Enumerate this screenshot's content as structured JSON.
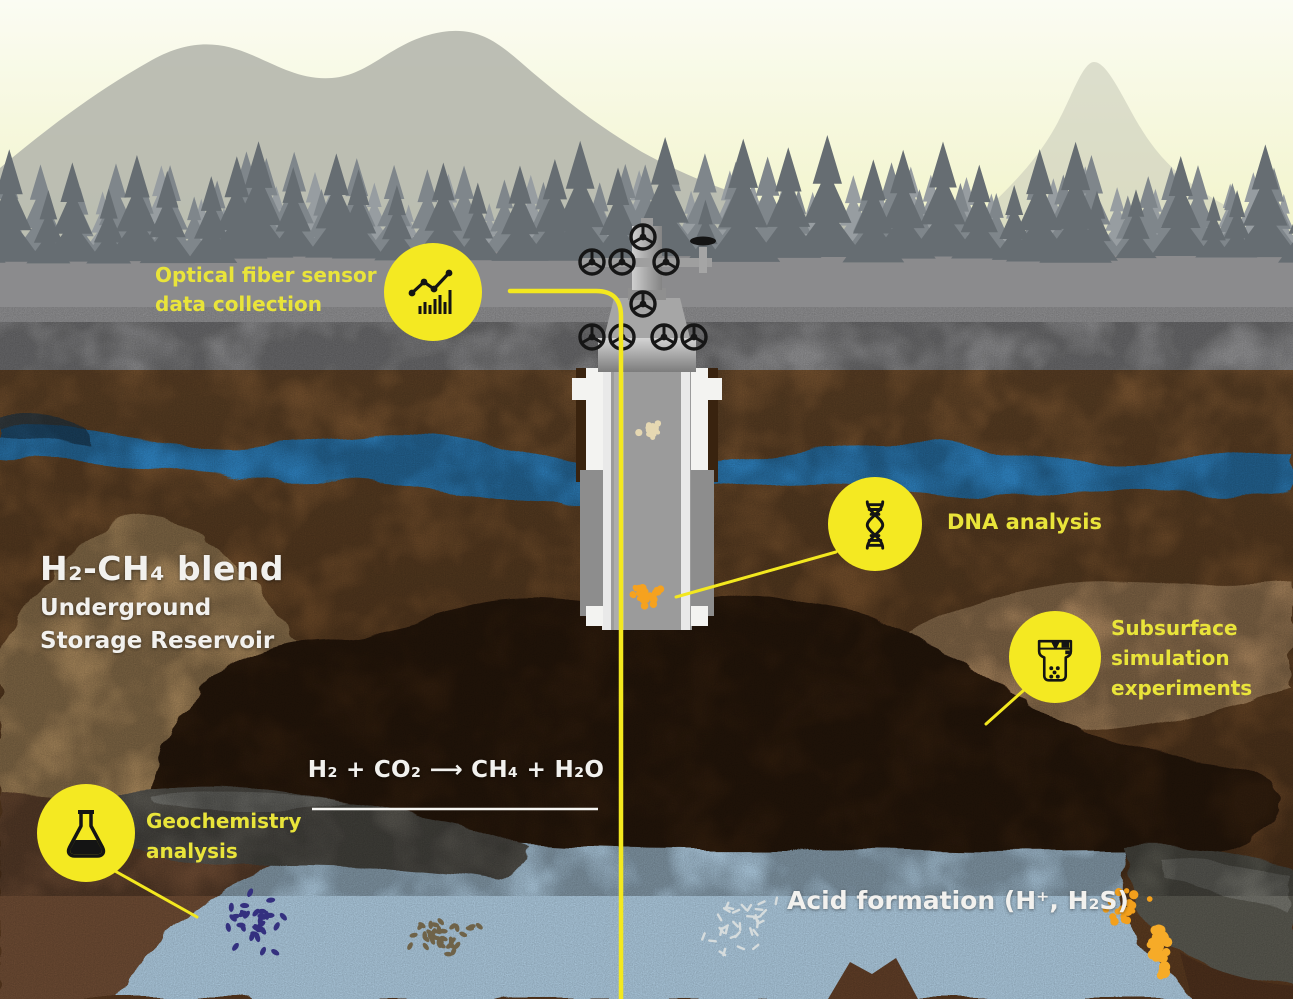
{
  "figure": {
    "reservoir_title": "H₂-CH₄ blend",
    "reservoir_subtitle_lines": [
      "Underground",
      "Storage Reservoir"
    ],
    "reaction_equation": "H₂ + CO₂ ⟶ CH₄ + H₂O",
    "acid_formation_label": "Acid formation (H⁺, H₂S)"
  },
  "annotations": {
    "optical_fiber": {
      "lines": [
        "Optical fiber sensor",
        "data collection"
      ],
      "icon": "line-and-bar-chart-icon"
    },
    "dna": {
      "label": "DNA analysis",
      "icon": "dna-helix-icon"
    },
    "subsurface": {
      "lines": [
        "Subsurface",
        "simulation",
        "experiments"
      ],
      "icon": "reactor-vessel-icon"
    },
    "geochemistry": {
      "lines": [
        "Geochemistry",
        "analysis"
      ],
      "icon": "erlenmeyer-flask-icon"
    }
  },
  "palette": {
    "accent_yellow": "#f4e922",
    "label_yellow": "#e9e43a",
    "white_text": "#f2f1ee",
    "sky_top": "#fbfcf3",
    "sky_bottom": "#e9ecb0",
    "surface_gray": "#8b8b8d",
    "soil_brown": "#6f4c2c",
    "aquifer_blue": "#2f80bd",
    "reservoir_dark": "#2d1a0f",
    "tan_rock": "#a5855a",
    "deep_water_blue": "#a8c4d8",
    "microbe_navy": "#34307f",
    "microbe_olive": "#6f6349",
    "microbe_white": "#d6dcdd",
    "microbe_orange": "#f3a01c"
  }
}
